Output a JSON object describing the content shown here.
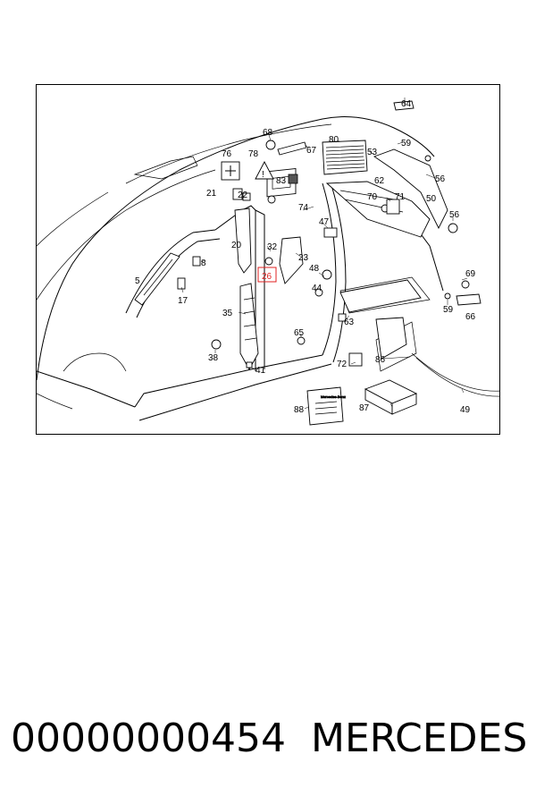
{
  "diagram": {
    "labels": [
      "64",
      "68",
      "67",
      "80",
      "53",
      "59",
      "76",
      "78",
      "83",
      "56",
      "21",
      "22",
      "74",
      "62",
      "70",
      "71",
      "50",
      "47",
      "20",
      "32",
      "23",
      "56",
      "5",
      "8",
      "26",
      "48",
      "17",
      "44",
      "69",
      "59",
      "66",
      "35",
      "63",
      "65",
      "38",
      "41",
      "72",
      "86",
      "88",
      "87",
      "49"
    ],
    "highlighted_label": "26",
    "highlight_color": "#e02020"
  },
  "caption": {
    "part_number": "00000000454",
    "brand": "MERCEDES"
  }
}
